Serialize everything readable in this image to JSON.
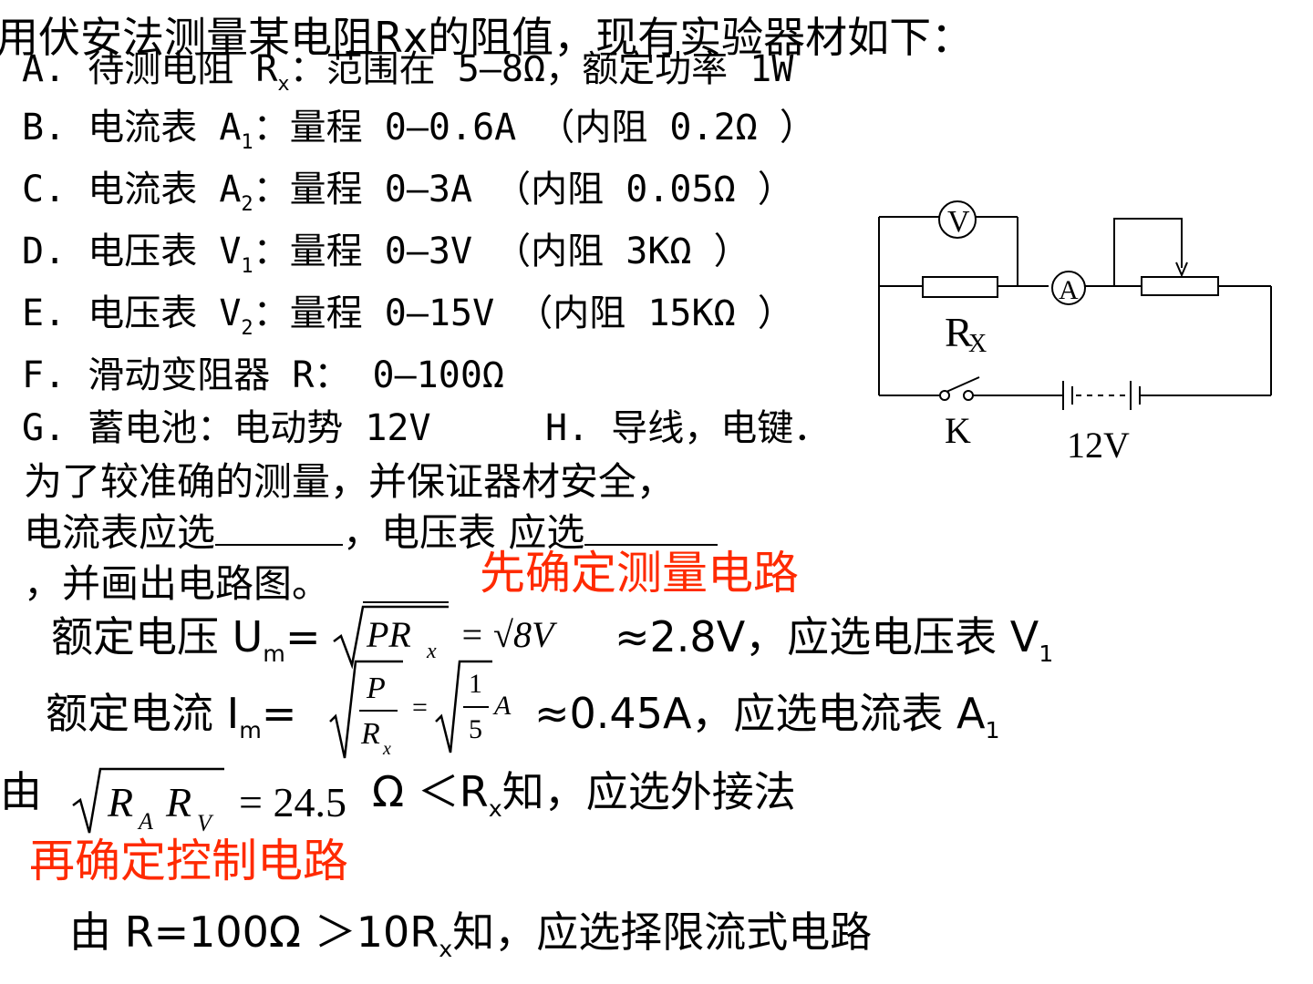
{
  "title_line": "用伏安法测量某电阻Rx的阻值，现有实验器材如下：",
  "items": {
    "a": {
      "prefix": "A. 待测电阻 R",
      "sub": "x",
      "rest": "：范围在 5—8Ω，额定功率 1W"
    },
    "b": {
      "prefix": "B. 电流表 A",
      "sub": "1",
      "rest": "：量程 0—0.6A （内阻 0.2Ω ）"
    },
    "c": {
      "prefix": "C. 电流表 A",
      "sub": "2",
      "rest": "：量程 0—3A （内阻 0.05Ω ）"
    },
    "d": {
      "prefix": "D. 电压表 V",
      "sub": "1",
      "rest": "：量程 0—3V （内阻 3KΩ ）"
    },
    "e": {
      "prefix": "E. 电压表 V",
      "sub": "2",
      "rest": "：量程 0—15V （内阻 15KΩ ）"
    },
    "f": {
      "text": "F. 滑动变阻器 R： 0—100Ω"
    },
    "g": {
      "text": "G. 蓄电池：电动势 12V",
      "h": "H. 导线，电键．"
    }
  },
  "question": {
    "line1": "为了较准确的测量，并保证器材安全，",
    "line2a": "电流表应选",
    "line2b": "，电压表 应选",
    "line3": "，并画出电路图。"
  },
  "headings": {
    "measure": "先确定测量电路",
    "control": "再确定控制电路"
  },
  "calc": {
    "voltage_label": "额定电压 U",
    "voltage_sub": "m",
    "voltage_eq": "=",
    "voltage_formula_a": "PR",
    "voltage_formula_a_sub": "x",
    "voltage_formula_b": "= √8V",
    "voltage_result": "≈2.8V，应选电压表 V",
    "voltage_result_sub": "1",
    "current_label": "额定电流 I",
    "current_sub": "m",
    "current_eq": "=",
    "current_frac_num": "P",
    "current_frac_den": "R",
    "current_frac_den_sub": "x",
    "current_frac2_num": "1",
    "current_frac2_den": "5",
    "current_unit": "A",
    "current_result": "≈0.45A，应选电流表 A",
    "current_result_sub": "1",
    "ext_prefix": "由",
    "ext_formula_a": "R",
    "ext_formula_a_sub": "A",
    "ext_formula_b": "R",
    "ext_formula_b_sub": "V",
    "ext_formula_value": "= 24.5",
    "ext_result": "Ω ＜R",
    "ext_result_sub": "x",
    "ext_result_tail": "知，应选外接法",
    "limit_prefix": "由 R=100Ω ＞10R",
    "limit_sub": "x",
    "limit_tail": "知，应选择限流式电路"
  },
  "circuit": {
    "voltmeter": "V",
    "ammeter": "A",
    "resistor_label": "R",
    "resistor_label_sub": "X",
    "switch_label": "K",
    "battery_label": "12V"
  }
}
